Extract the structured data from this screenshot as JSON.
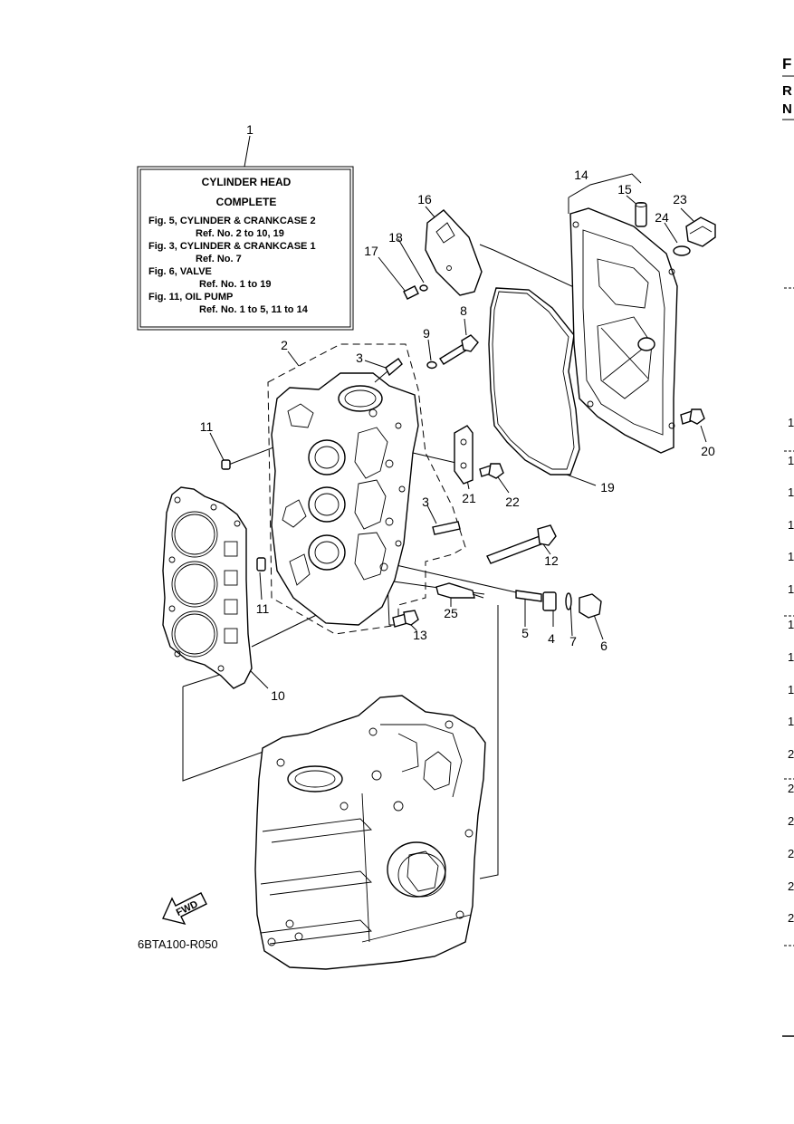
{
  "info_box": {
    "lines": [
      "CYLINDER HEAD",
      "COMPLETE",
      "Fig. 5, CYLINDER & CRANKCASE 2",
      "Ref. No. 2 to 10, 19",
      "Fig. 3, CYLINDER & CRANKCASE 1",
      "Ref. No. 7",
      "Fig. 6, VALVE",
      "Ref. No. 1 to 19",
      "Fig. 11, OIL PUMP",
      "Ref. No. 1 to 5, 11 to 14"
    ]
  },
  "callouts": [
    "1",
    "2",
    "3",
    "3",
    "4",
    "5",
    "6",
    "7",
    "8",
    "9",
    "10",
    "11",
    "11",
    "12",
    "13",
    "14",
    "15",
    "16",
    "17",
    "18",
    "19",
    "20",
    "21",
    "22",
    "23",
    "24",
    "25"
  ],
  "fwd_label": "FWD",
  "drawing_code": "6BTA100-R050",
  "right_edge": {
    "headers": [
      "F",
      "R",
      "N"
    ],
    "ref_fragments": [
      "1",
      "1",
      "1",
      "1",
      "1",
      "1",
      "1",
      "1",
      "1",
      "1",
      "2",
      "2",
      "2",
      "2",
      "2",
      "2"
    ]
  }
}
